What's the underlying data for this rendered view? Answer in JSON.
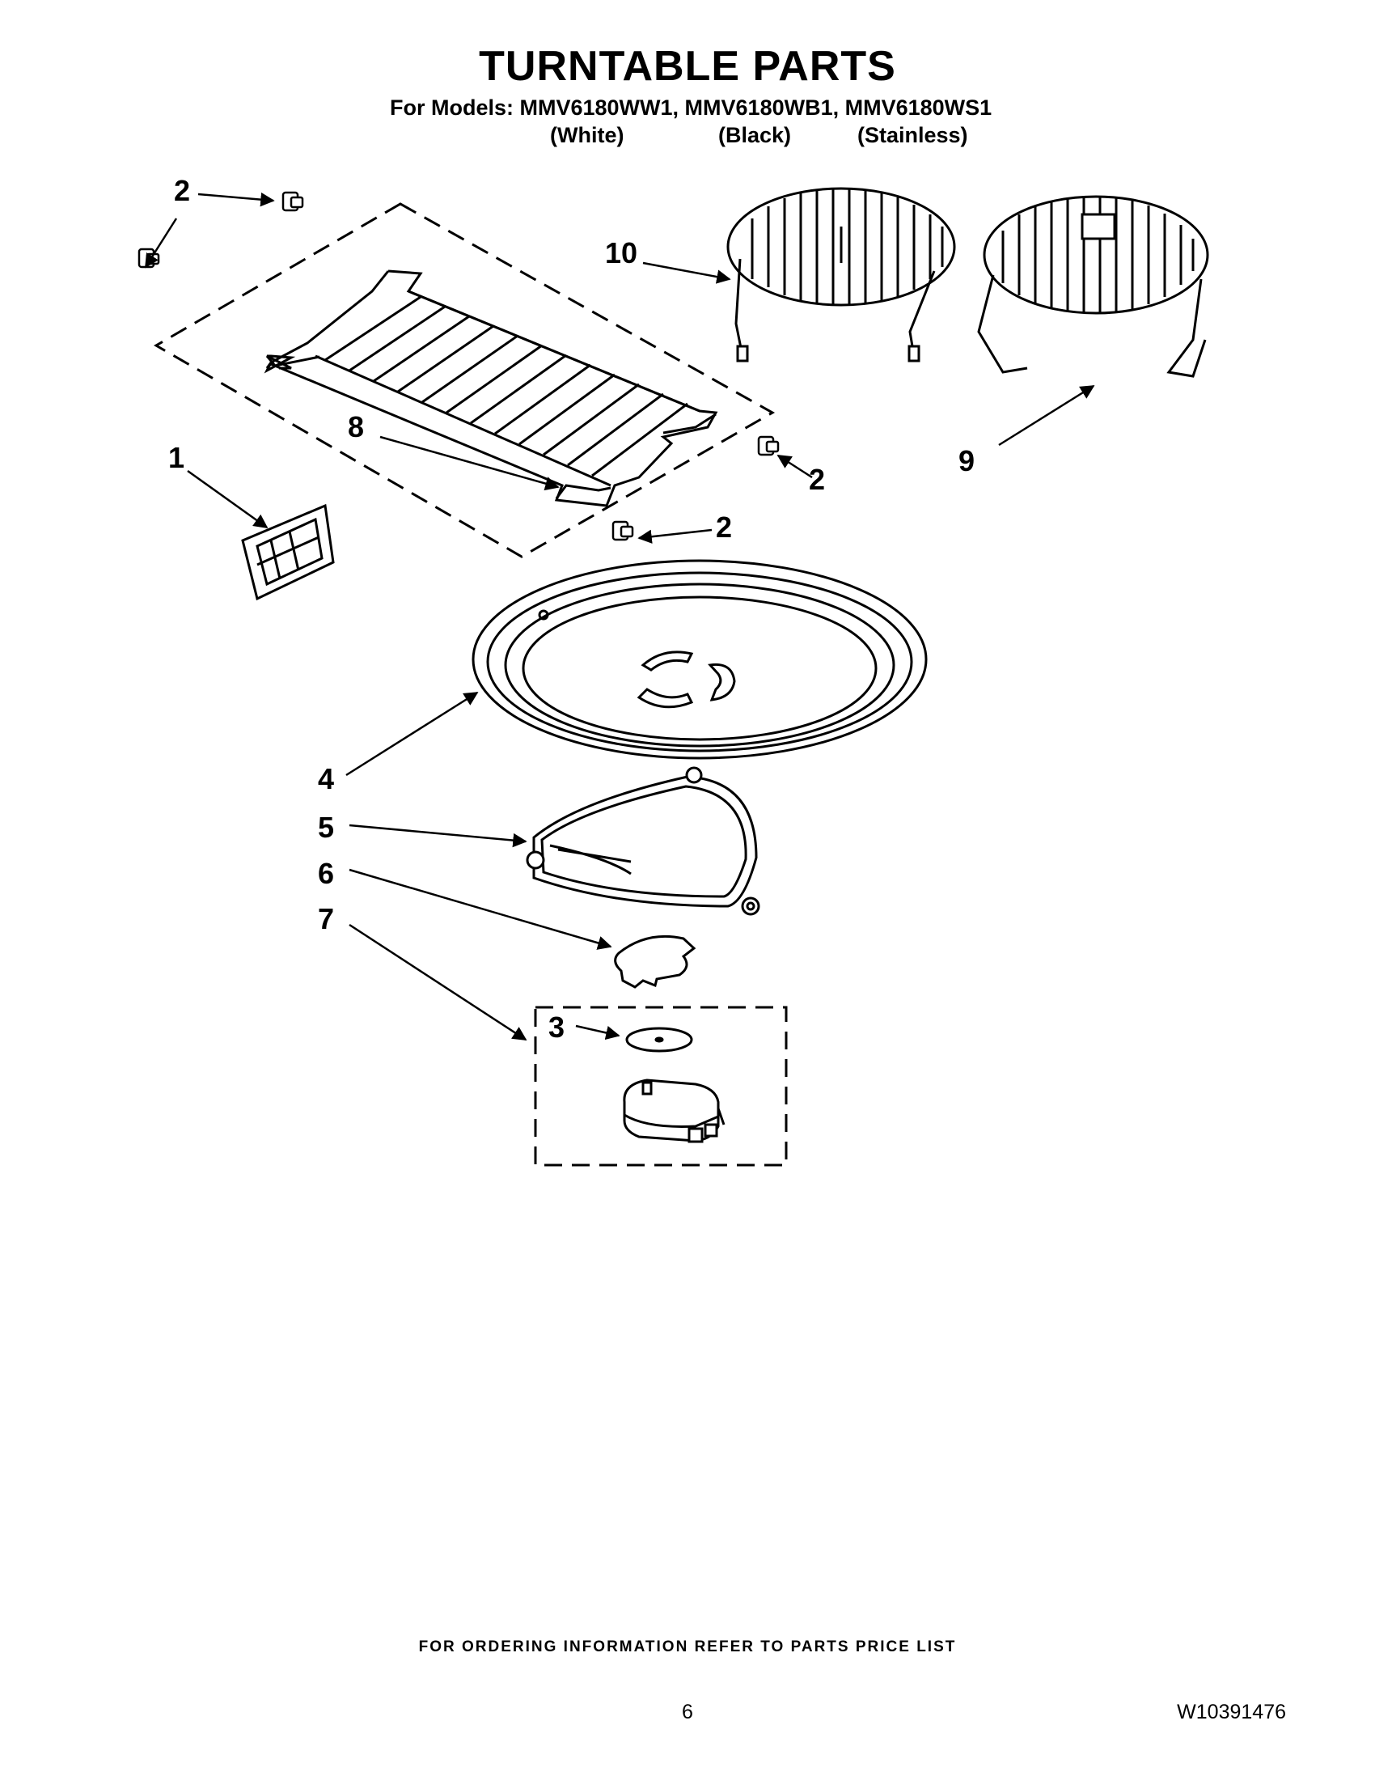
{
  "header": {
    "title": "TURNTABLE PARTS",
    "models_line": "For Models: MMV6180WW1, MMV6180WB1, MMV6180WS1",
    "variants": [
      "(White)",
      "(Black)",
      "(Stainless)"
    ]
  },
  "callouts": {
    "c1": "1",
    "c2a": "2",
    "c2b": "2",
    "c2c": "2",
    "c3": "3",
    "c4": "4",
    "c5": "5",
    "c6": "6",
    "c7": "7",
    "c8": "8",
    "c9": "9",
    "c10": "10"
  },
  "footer": {
    "ordering_note": "FOR ORDERING INFORMATION REFER TO PARTS PRICE LIST",
    "page_number": "6",
    "document_number": "W10391476"
  }
}
